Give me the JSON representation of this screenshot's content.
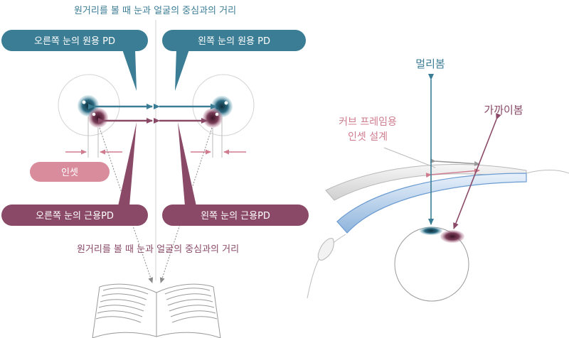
{
  "diagram": {
    "title_far": "원거리를 볼 때 눈과 얼굴의 중심과의 거리",
    "title_near": "원거리를 볼 때 눈과 얼굴의 중심과의 거리",
    "right_eye_far_pd": "오른쪽 눈의 원용 PD",
    "left_eye_far_pd": "왼쪽 눈의 원용 PD",
    "right_eye_near_pd": "오른쪽 눈의 근용PD",
    "left_eye_near_pd": "왼쪽 눈의 근용PD",
    "inset": "인셋",
    "far_view": "멀리봄",
    "near_view": "가까이봄",
    "curve_frame_line1": "커브 프레임용",
    "curve_frame_line2": "인셋 설계"
  },
  "colors": {
    "teal": "#3b7d95",
    "plum": "#8a4a67",
    "pink": "#c8798c",
    "inset_fill": "#d98c9c",
    "gray": "#999999"
  }
}
